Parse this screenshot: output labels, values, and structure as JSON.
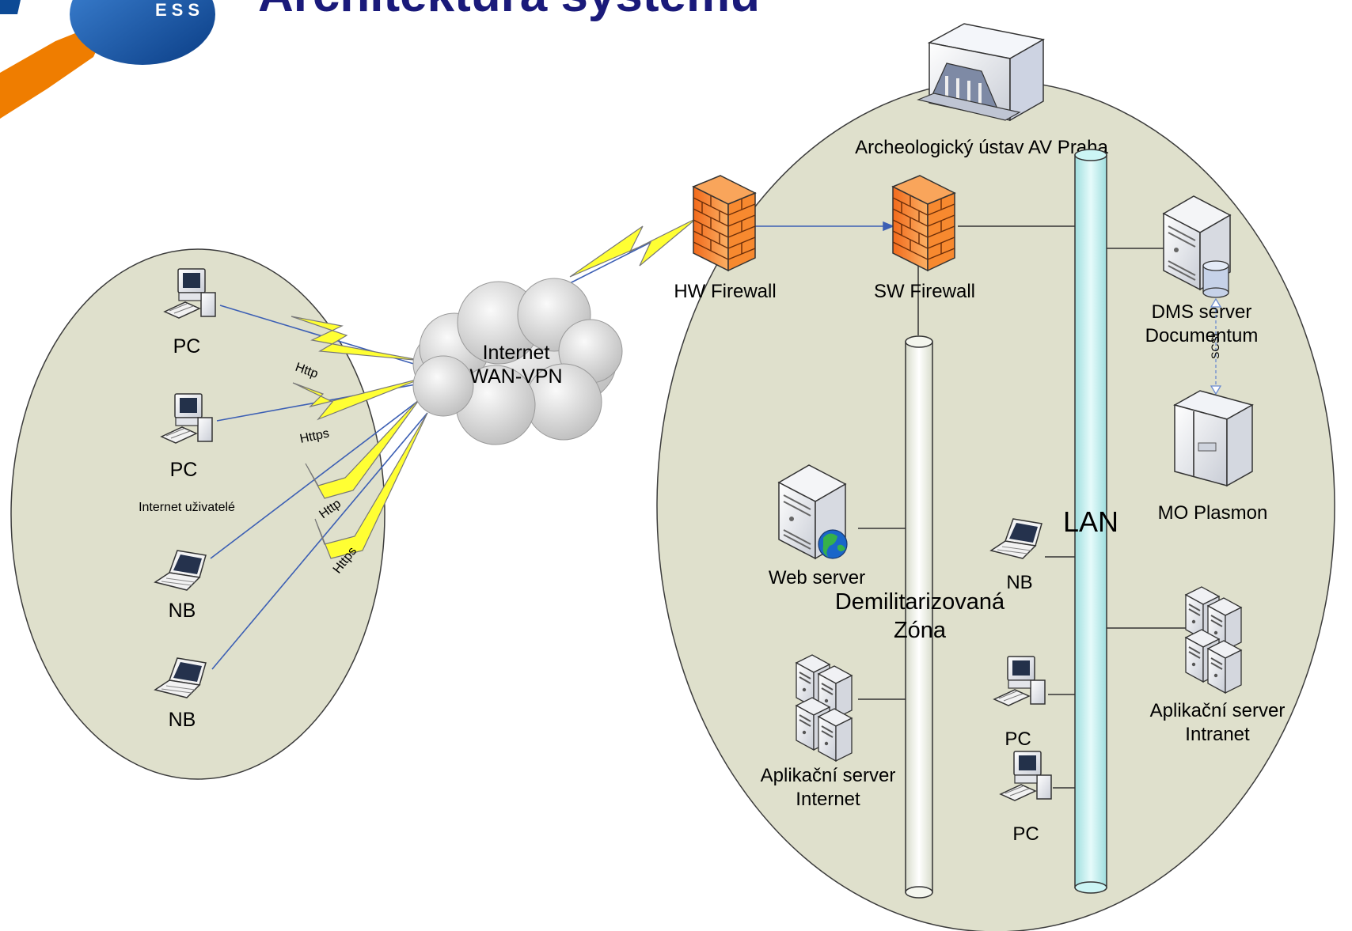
{
  "title": "Architektura systému",
  "logo": {
    "text": "ESS"
  },
  "colors": {
    "zone_fill": "#dfe0cc",
    "zone_stroke": "#3c3c3c",
    "title": "#1a1a7a",
    "lightning": "#ffff33",
    "link_line": "#3c5fb4",
    "firewall": "#f7892f",
    "lan_pipe": "#ccf5f5",
    "dmz_pipe": "#f4f6ee",
    "logo_orange": "#ef7d00",
    "logo_blue": "#0d4a95"
  },
  "left_zone": {
    "group_label": "Internet uživatelé",
    "devices": [
      {
        "type": "pc",
        "label": "PC",
        "protocol": "Http"
      },
      {
        "type": "pc",
        "label": "PC",
        "protocol": "Https"
      },
      {
        "type": "nb",
        "label": "NB",
        "protocol": "Http"
      },
      {
        "type": "nb",
        "label": "NB",
        "protocol": "Https"
      }
    ]
  },
  "cloud": {
    "line1": "Internet",
    "line2": "WAN-VPN"
  },
  "right_zone": {
    "institution": "Archeologický ústav AV Praha",
    "hw_firewall": "HW Firewall",
    "sw_firewall": "SW Firewall",
    "lan_label": "LAN",
    "dmz_label_1": "Demilitarizovaná",
    "dmz_label_2": "Zóna",
    "web_server": "Web server",
    "app_server_internet_1": "Aplikační server",
    "app_server_internet_2": "Internet",
    "dms_server_1": "DMS server",
    "dms_server_2": "Documentum",
    "scsi": "SCSI",
    "mo_plasmon": "MO Plasmon",
    "app_server_intranet_1": "Aplikační server",
    "app_server_intranet_2": "Intranet",
    "lan_clients": [
      {
        "label": "NB"
      },
      {
        "label": "PC"
      },
      {
        "label": "PC"
      }
    ]
  }
}
